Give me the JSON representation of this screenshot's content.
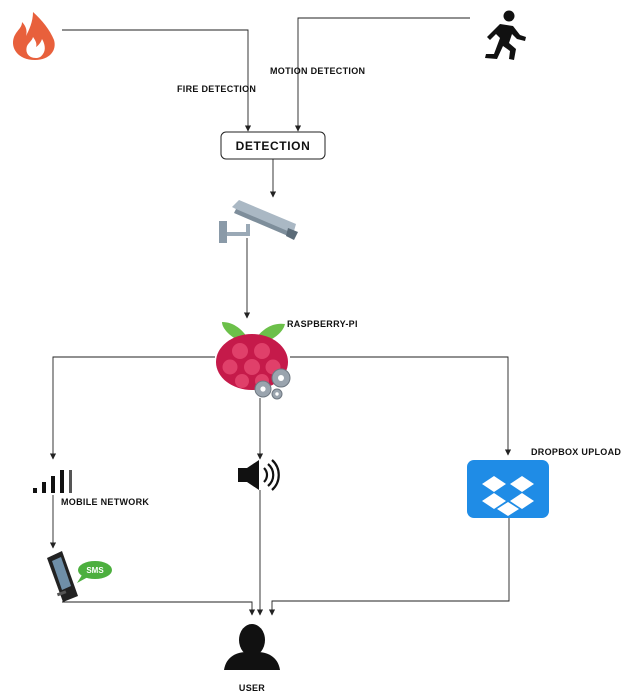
{
  "labels": {
    "fire_detection": "FIRE DETECTION",
    "motion_detection": "MOTION DETECTION",
    "detection": "DETECTION",
    "raspberry_pi": "RASPBERRY-PI",
    "mobile_network": "MOBILE NETWORK",
    "dropbox_upload": "DROPBOX UPLOAD",
    "sms": "SMS",
    "user": "USER"
  },
  "icons": {
    "fire": "fire-icon",
    "motion": "running-person-icon",
    "camera": "cctv-camera-icon",
    "raspberry": "raspberry-pi-icon",
    "signal": "signal-bars-icon",
    "speaker": "speaker-icon",
    "dropbox": "dropbox-icon",
    "phone": "mobile-phone-sms-icon",
    "user": "user-icon"
  },
  "colors": {
    "fire": "#e8603c",
    "raspberry_red": "#c51a4a",
    "raspberry_leaf": "#6cc04a",
    "dropbox": "#1f8ce6",
    "camera": "#8a9aa8",
    "sms_bubble": "#4caf3e"
  }
}
